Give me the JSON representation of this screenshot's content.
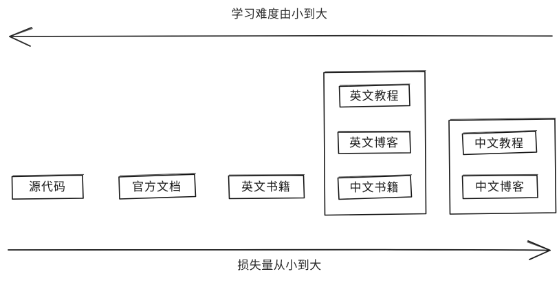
{
  "diagram": {
    "top_axis": {
      "label": "学习难度由小到大",
      "direction": "left",
      "arrow_name": "left-arrow"
    },
    "bottom_axis": {
      "label": "损失量从小到大",
      "direction": "right",
      "arrow_name": "right-arrow"
    },
    "items": [
      {
        "id": "source-code",
        "label": "源代码",
        "group": null
      },
      {
        "id": "official-docs",
        "label": "官方文档",
        "group": null
      },
      {
        "id": "english-books",
        "label": "英文书籍",
        "group": null
      },
      {
        "id": "english-tutorial",
        "label": "英文教程",
        "group": "group-a"
      },
      {
        "id": "english-blog",
        "label": "英文博客",
        "group": "group-a"
      },
      {
        "id": "chinese-books",
        "label": "中文书籍",
        "group": "group-a"
      },
      {
        "id": "chinese-tutorial",
        "label": "中文教程",
        "group": "group-b"
      },
      {
        "id": "chinese-blog",
        "label": "中文博客",
        "group": "group-b"
      }
    ],
    "groups": [
      {
        "id": "group-a",
        "members": [
          "英文教程",
          "英文博客",
          "中文书籍"
        ]
      },
      {
        "id": "group-b",
        "members": [
          "中文教程",
          "中文博客"
        ]
      }
    ],
    "colors": {
      "stroke": "#161616",
      "text": "#1a1a1a",
      "background": "#ffffff",
      "axis": "#2b2b2b"
    }
  }
}
